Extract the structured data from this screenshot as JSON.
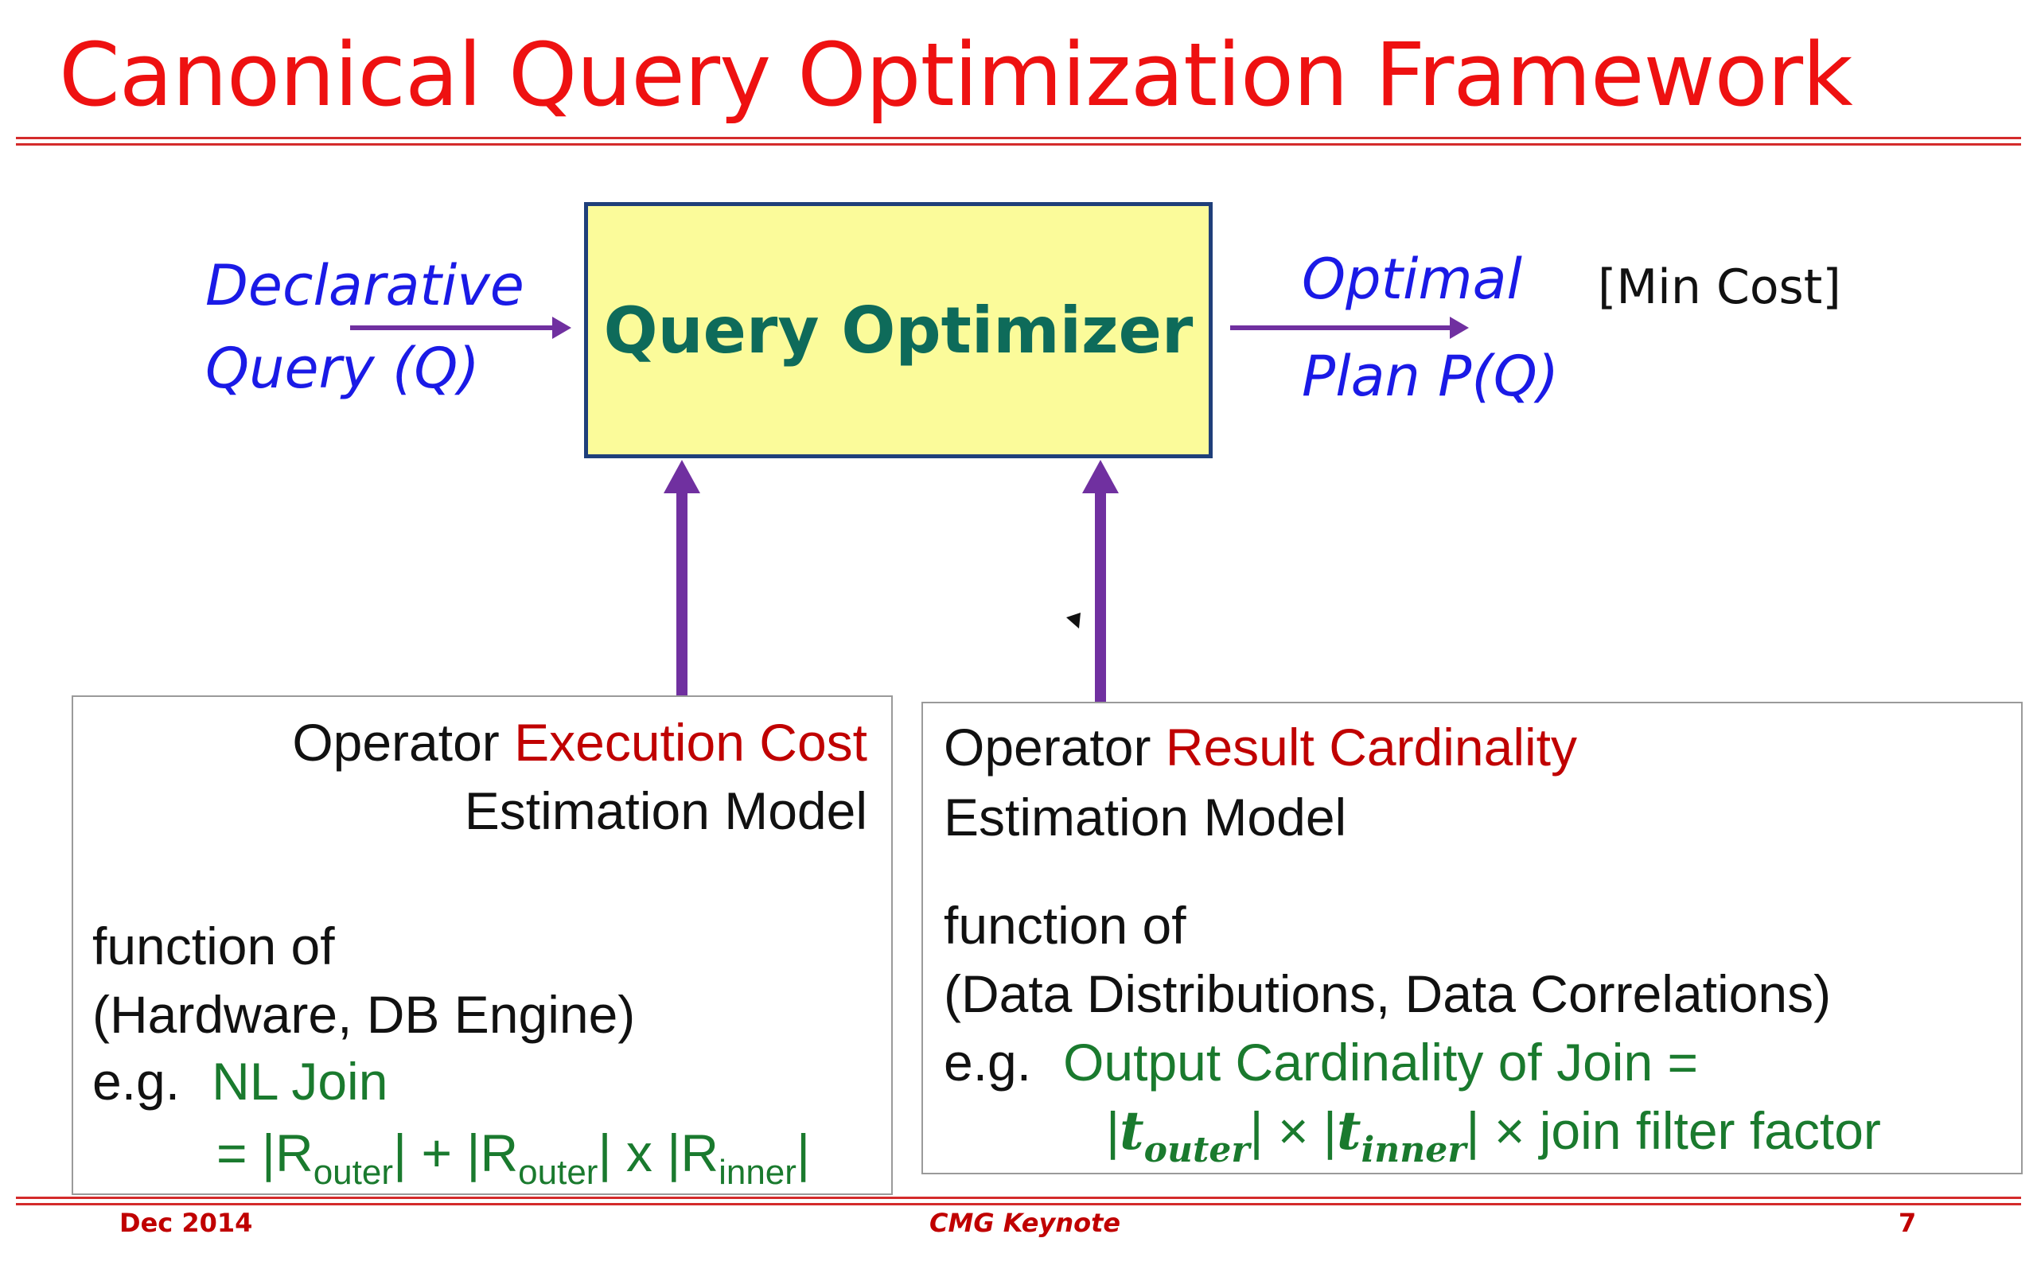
{
  "slide": {
    "title": "Canonical Query Optimization Framework",
    "optimizer_label": "Query Optimizer",
    "input_label_line1": "Declarative",
    "input_label_line2": "Query (Q)",
    "output_label_line1": "Optimal",
    "output_label_line2": "Plan P(Q)",
    "output_note": "[Min Cost]"
  },
  "left_model": {
    "line1_prefix": "Operator ",
    "line1_highlight": "Execution Cost",
    "line2": "Estimation Model",
    "function_of": "function of",
    "factors": "(Hardware, DB  Engine)",
    "example_prefix": "e.g.",
    "example_name": "NL Join",
    "formula_eq": "= |R",
    "formula_sub1": "outer",
    "formula_mid1": "| + |R",
    "formula_sub2": "outer",
    "formula_mid2": "| x |R",
    "formula_sub3": "inner",
    "formula_end": "|"
  },
  "right_model": {
    "line1_prefix": "Operator  ",
    "line1_highlight": "Result Cardinality",
    "line2": "Estimation Model",
    "function_of": "function of",
    "factors": "(Data Distributions, Data Correlations)",
    "example_prefix": "e.g.",
    "example_name": "Output Cardinality of Join =",
    "formula_bar1": "|",
    "formula_t1": "t",
    "formula_sub1": "outer",
    "formula_bar2": "| × |",
    "formula_t2": "t",
    "formula_sub2": "inner",
    "formula_end": "|  × join filter factor"
  },
  "footer": {
    "date": "Dec 2014",
    "event": "CMG Keynote",
    "page": "7"
  },
  "colors": {
    "title": "#ee1111",
    "box_fill": "#fbfb9a",
    "box_border": "#1f3f7a",
    "optimizer_text": "#0e6b5a",
    "input_output_text": "#1a1ae6",
    "arrow": "#7030a0",
    "highlight_red": "#c00000",
    "example_green": "#1a7a2e"
  }
}
